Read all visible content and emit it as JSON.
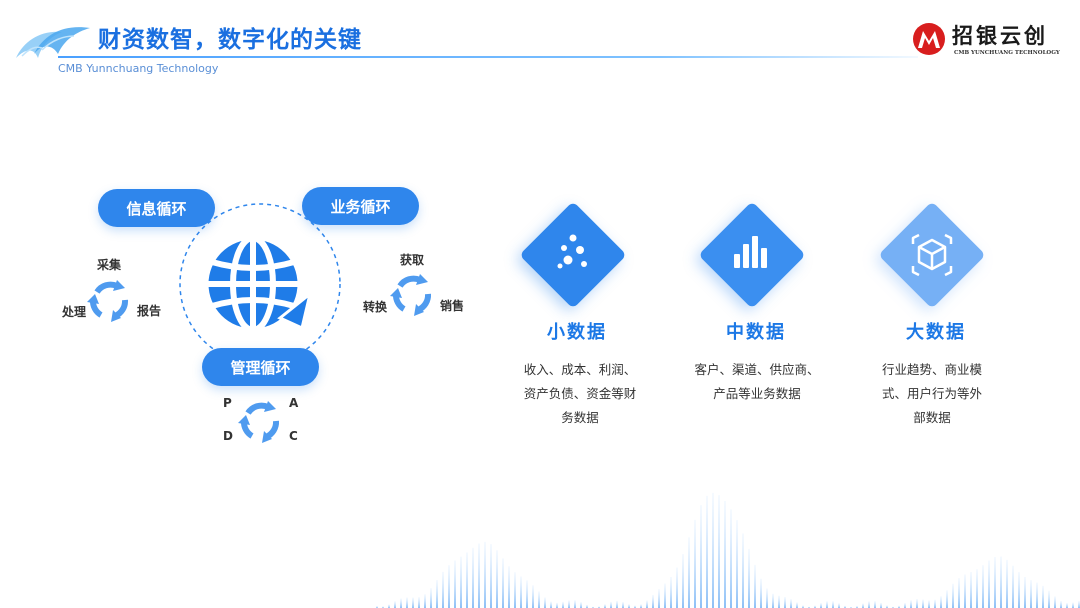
{
  "header": {
    "title": "财资数智，数字化的关键",
    "subtitle": "CMB Yunnchuang Technology",
    "brand_name": "招银云创",
    "brand_sub": "CMB YUNCHUANG TECHNOLOGY"
  },
  "cycles": {
    "info": {
      "label": "信息循环",
      "steps": [
        "采集",
        "处理",
        "报告"
      ]
    },
    "business": {
      "label": "业务循环",
      "steps": [
        "获取",
        "转换",
        "销售"
      ]
    },
    "management": {
      "label": "管理循环",
      "steps": [
        "P",
        "A",
        "D",
        "C"
      ]
    }
  },
  "cards": [
    {
      "title": "小数据",
      "desc_lines": [
        "收入、成本、利润、",
        "资产负债、资金等财",
        "务数据"
      ],
      "icon": "dots-icon",
      "color": "#2f86ec"
    },
    {
      "title": "中数据",
      "desc_lines": [
        "客户、渠道、供应商、",
        "产品等业务数据"
      ],
      "icon": "bar-chart-icon",
      "color": "#3b8ff0"
    },
    {
      "title": "大数据",
      "desc_lines": [
        "行业趋势、商业模",
        "式、用户行为等外",
        "部数据"
      ],
      "icon": "cube-icon",
      "color": "#76b0f5"
    }
  ],
  "colors": {
    "accent": "#2f86ec",
    "title": "#1a6fe0",
    "brand_red": "#d81e1e"
  }
}
